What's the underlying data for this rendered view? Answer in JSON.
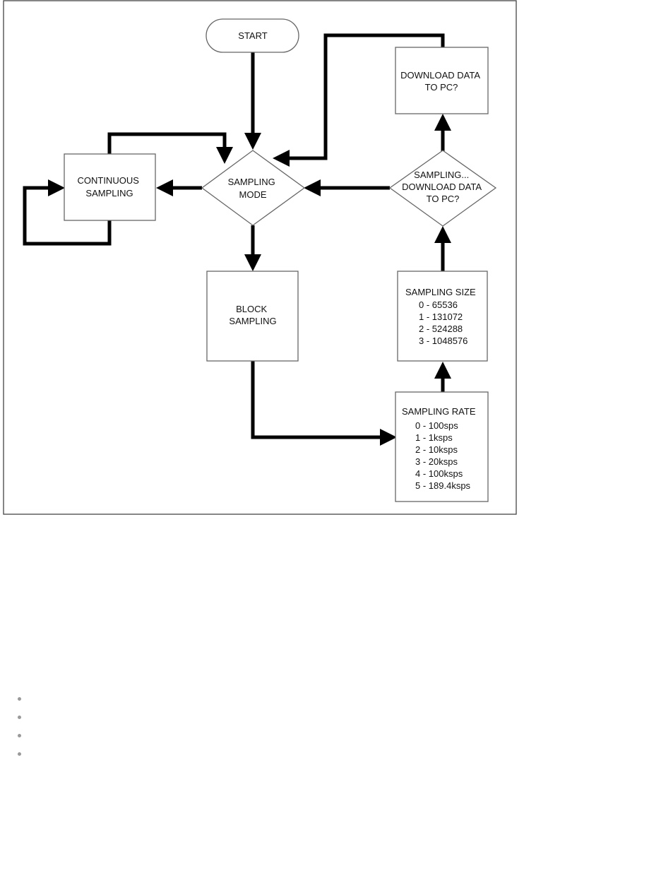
{
  "nodes": {
    "start": "START",
    "sampling_mode": [
      "SAMPLING",
      "MODE"
    ],
    "continuous": [
      "CONTINUOUS",
      "SAMPLING"
    ],
    "block": [
      "BLOCK",
      "SAMPLING"
    ],
    "sampling_rate": [
      "SAMPLING RATE",
      "0 - 100sps",
      "1 - 1ksps",
      "2 - 10ksps",
      "3 - 20ksps",
      "4 - 100ksps",
      "5 - 189.4ksps"
    ],
    "sampling_size": [
      "SAMPLING SIZE",
      "0 - 65536",
      "1 - 131072",
      "2 - 524288",
      "3 - 1048576"
    ],
    "sampling_download": [
      "SAMPLING...",
      "DOWNLOAD DATA",
      "TO PC?"
    ],
    "download": [
      "DOWNLOAD DATA",
      "TO PC?"
    ]
  },
  "bullets": [
    "",
    "",
    "",
    ""
  ],
  "colors": {
    "line": "#000000",
    "box_border": "#666666",
    "frame": "#444444",
    "bullet": "#9a9a9a"
  }
}
